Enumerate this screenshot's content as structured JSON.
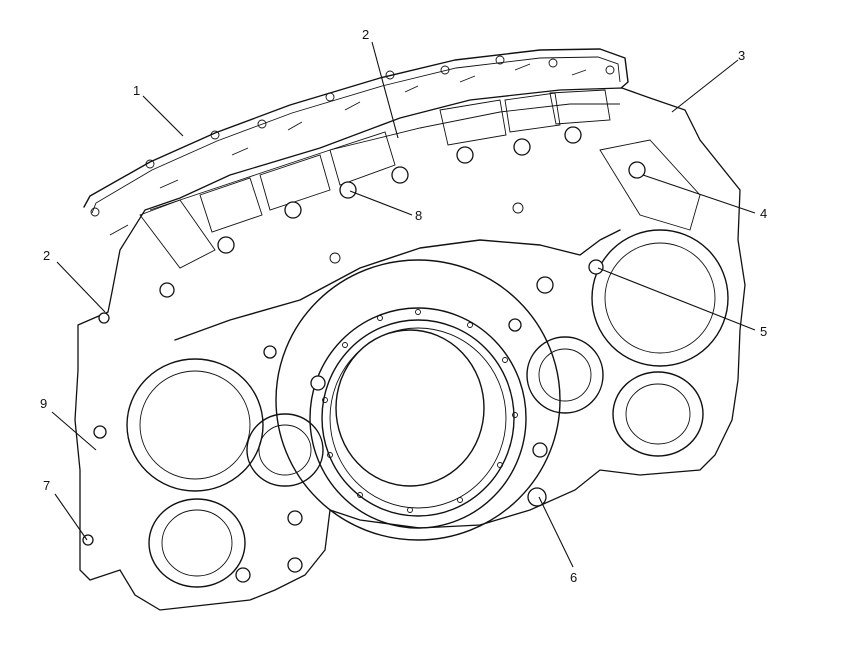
{
  "callouts": [
    {
      "id": "c1",
      "label": "1"
    },
    {
      "id": "c2a",
      "label": "2"
    },
    {
      "id": "c2b",
      "label": "2"
    },
    {
      "id": "c3",
      "label": "3"
    },
    {
      "id": "c4",
      "label": "4"
    },
    {
      "id": "c5",
      "label": "5"
    },
    {
      "id": "c6",
      "label": "6"
    },
    {
      "id": "c7",
      "label": "7"
    },
    {
      "id": "c8",
      "label": "8"
    },
    {
      "id": "c9",
      "label": "9"
    }
  ]
}
